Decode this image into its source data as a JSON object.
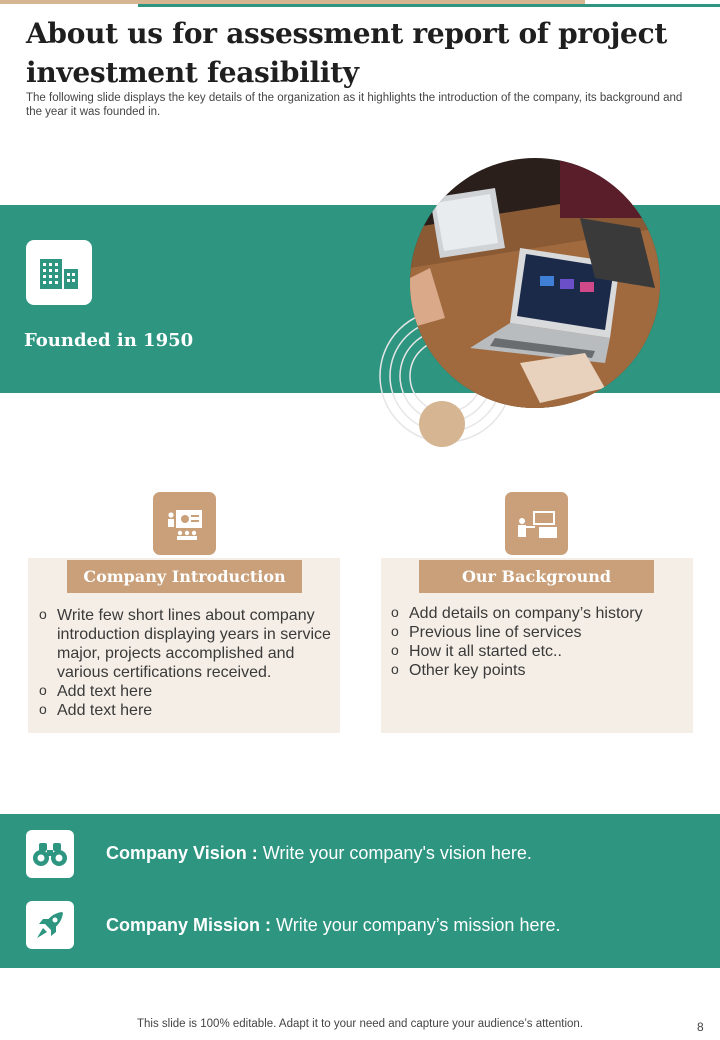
{
  "header": {
    "title": "About us for assessment report of project investment feasibility",
    "subtitle": "The following slide displays the key details of the organization as it highlights the introduction of the company, its background and the year it was founded in."
  },
  "founded": {
    "text": "Founded in 1950",
    "icon": "building-icon"
  },
  "photo": {
    "icon": "meeting-laptop-photo"
  },
  "cards": {
    "introduction": {
      "title": "Company Introduction",
      "icon": "presentation-board-icon",
      "items": [
        "Write few short lines about company introduction displaying years in service major, projects accomplished and various certifications received.",
        "Add text here",
        "Add text here"
      ]
    },
    "background": {
      "title": "Our Background",
      "icon": "presenter-screen-icon",
      "items": [
        "Add details on company’s history",
        "Previous line of services",
        "How it all started etc..",
        "Other key points"
      ]
    }
  },
  "vision": {
    "label": "Company Vision :",
    "text": "Write your company's vision here.",
    "icon": "binoculars-icon"
  },
  "mission": {
    "label": "Company Mission :",
    "text": "Write your company’s mission here.",
    "icon": "rocket-icon"
  },
  "footer": {
    "note": "This slide is 100% editable. Adapt it to your need and capture your audience’s attention.",
    "page_number": "8"
  },
  "colors": {
    "teal": "#2d9580",
    "tan": "#c9a07a",
    "light_tan": "#d6b592",
    "card_bg": "#f5eee6"
  }
}
